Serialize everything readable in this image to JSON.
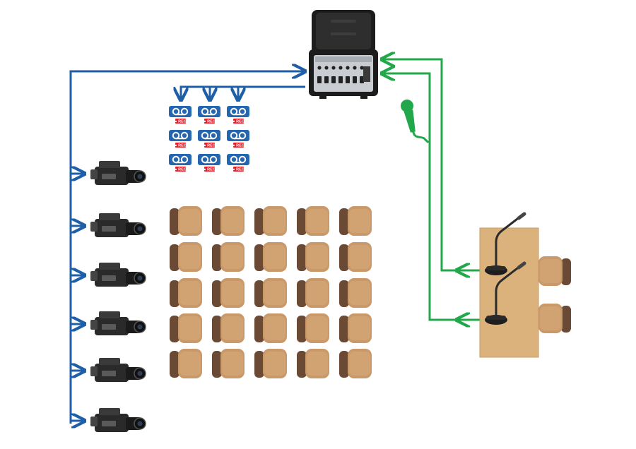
{
  "diagram": {
    "colors": {
      "video_link": "#1f5fa8",
      "audio_link": "#22a84a",
      "recorder_blue": "#2566b0",
      "rec_red": "#e0202a",
      "case_black": "#1c1c1c",
      "panel_gray": "#c9ccd1",
      "chair_seat": "#c9996a",
      "chair_back": "#6b4a35",
      "desk_wood": "#dcb27c"
    },
    "mixer_case": {
      "icon": "portable-mixer-case-icon"
    },
    "recorders": {
      "icon": "recorder-tape-icon",
      "badge_label": "● REC",
      "rows": 3,
      "cols": 3
    },
    "cameras": {
      "icon": "video-camera-icon",
      "count": 6
    },
    "audience": {
      "icon": "chair-icon",
      "rows": 5,
      "cols": 5
    },
    "handheld_mic": {
      "icon": "handheld-microphone-icon"
    },
    "podium": {
      "icon": "desk-icon",
      "mics": 2,
      "chairs": 2
    }
  }
}
